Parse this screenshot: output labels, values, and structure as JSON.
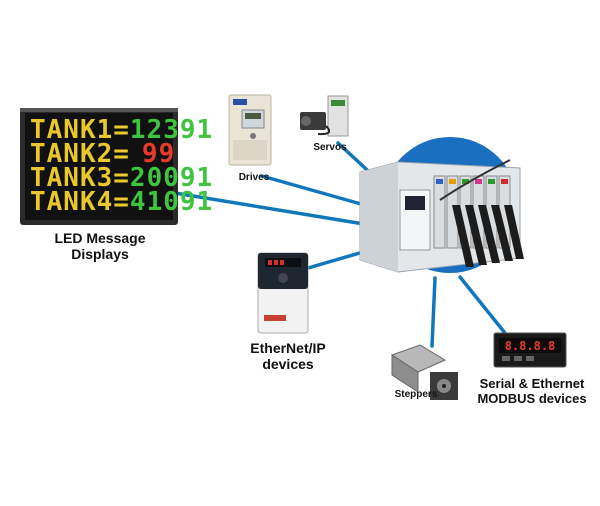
{
  "labels": {
    "led_line1": "LED Message",
    "led_line2": "Displays",
    "drives": "Drives",
    "servos": "Servos",
    "ethernet_ip_line1": "EtherNet/IP",
    "ethernet_ip_line2": "devices",
    "steppers": "Steppers",
    "modbus_line1": "Serial & Ethernet",
    "modbus_line2": "MODBUS devices"
  },
  "led_display": {
    "rows": [
      {
        "tag": "TANK1=",
        "value": "12391"
      },
      {
        "tag": "TANK2=",
        "value": "99"
      },
      {
        "tag": "TANK3=",
        "value": "20091"
      },
      {
        "tag": "TANK4=",
        "value": "41091"
      }
    ]
  },
  "meter_readout": "8.8.8.8",
  "colors": {
    "connector": "#1177bb",
    "circle": "#1a6fc0",
    "led_amber": "#e8c82a",
    "led_green": "#3ec43e",
    "led_red": "#e83a2a",
    "plc_body": "#e4e7ea"
  }
}
